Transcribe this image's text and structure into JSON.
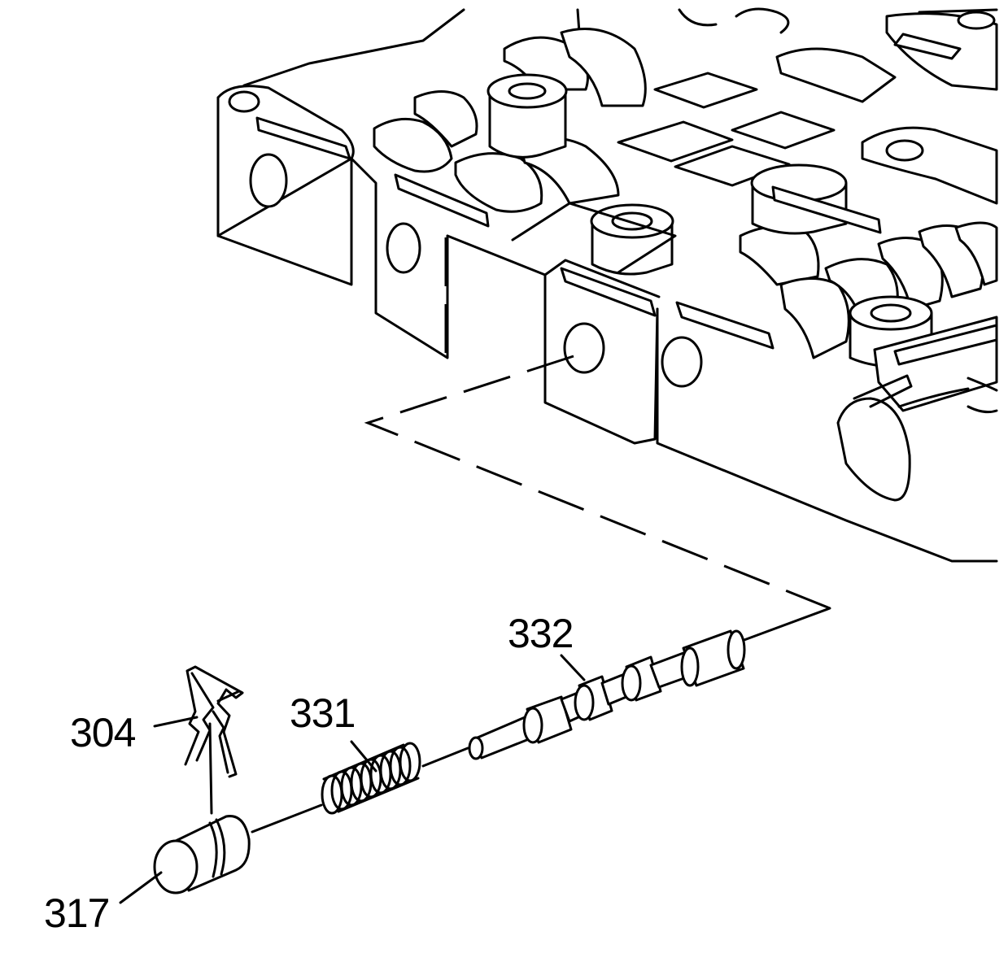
{
  "diagram": {
    "callouts": [
      {
        "id": "304",
        "label": "304"
      },
      {
        "id": "317",
        "label": "317"
      },
      {
        "id": "331",
        "label": "331"
      },
      {
        "id": "332",
        "label": "332"
      }
    ],
    "line_color": "#000000",
    "background": "#ffffff"
  }
}
